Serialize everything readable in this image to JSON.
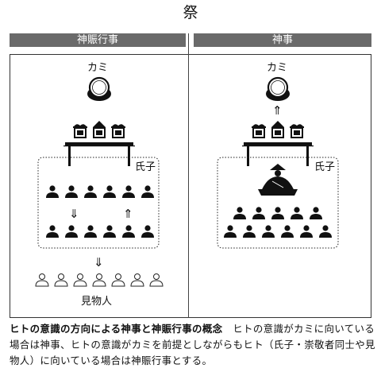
{
  "title": "祭",
  "panels": {
    "left": {
      "header": "神賑行事",
      "kami_label": "カミ",
      "ujiko_label": "氏子",
      "spectators_label": "見物人",
      "arrow_down_1": "⇓",
      "arrow_up": "⇑",
      "arrow_down_2": "⇓"
    },
    "right": {
      "header": "神事",
      "kami_label": "カミ",
      "ujiko_label": "氏子",
      "arrow_up": "⇑"
    }
  },
  "caption": {
    "title": "ヒトの意識の方向による神事と神賑行事の概念",
    "body": "ヒトの意識がカミに向いている場合は神事、ヒトの意識がカミを前提としながらもヒト（氏子・崇敬者同士や見物人）に向いている場合は神賑行事とする。"
  },
  "icons": [
    "mirror-icon",
    "altar-icon",
    "offering-icon",
    "person-icon",
    "priest-icon"
  ]
}
